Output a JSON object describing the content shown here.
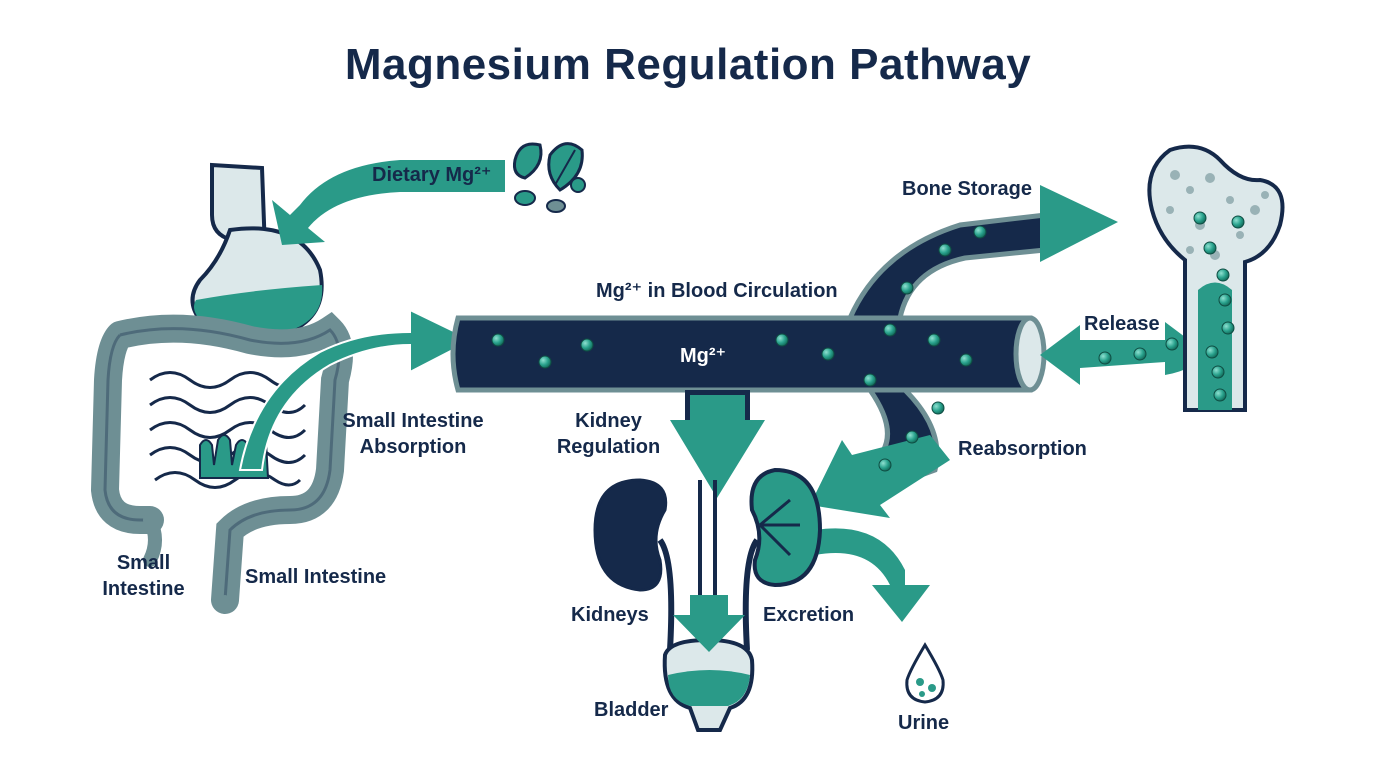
{
  "title": "Magnesium Regulation Pathway",
  "labels": {
    "dietary": "Dietary Mg²⁺",
    "bone_storage": "Bone Storage",
    "blood_circulation": "Mg²⁺ in Blood Circulation",
    "mg_in_vessel": "Mg²⁺",
    "release": "Release",
    "small_intestine_absorption_line1": "Small Intestine",
    "small_intestine_absorption_line2": "Absorption",
    "kidney_regulation_line1": "Kidney",
    "kidney_regulation_line2": "Regulation",
    "reabsorption": "Reabsorption",
    "small_intestine_left_line1": "Small",
    "small_intestine_left_line2": "Intestine",
    "small_intestine_bottom": "Small Intestine",
    "kidneys": "Kidneys",
    "excretion": "Excretion",
    "bladder": "Bladder",
    "urine": "Urine"
  },
  "colors": {
    "navy": "#15294a",
    "teal": "#2a9a88",
    "teal_light": "#5fb9a9",
    "slate": "#6e8f94",
    "pale": "#dce8ea"
  }
}
